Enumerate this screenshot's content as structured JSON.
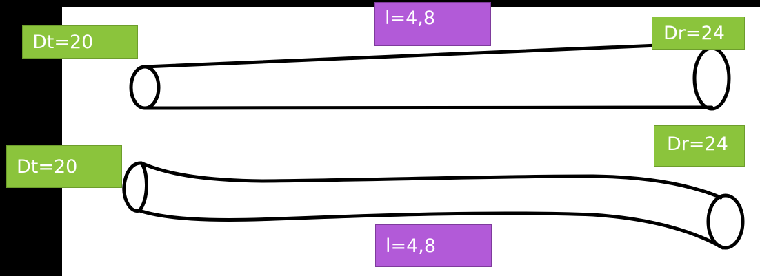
{
  "colors": {
    "page_background": "#000000",
    "canvas_background": "#ffffff",
    "diameter_label_fill": "#8bc43c",
    "length_label_fill": "#b25ad8",
    "label_text": "#ffffff",
    "stroke": "#000000"
  },
  "top_pipe": {
    "dt_label": "Dt=20",
    "dr_label": "Dr=24",
    "length_label": "l=4,8"
  },
  "bottom_pipe": {
    "dt_label": "Dt=20",
    "dr_label": "Dr=24",
    "length_label": "l=4,8"
  }
}
